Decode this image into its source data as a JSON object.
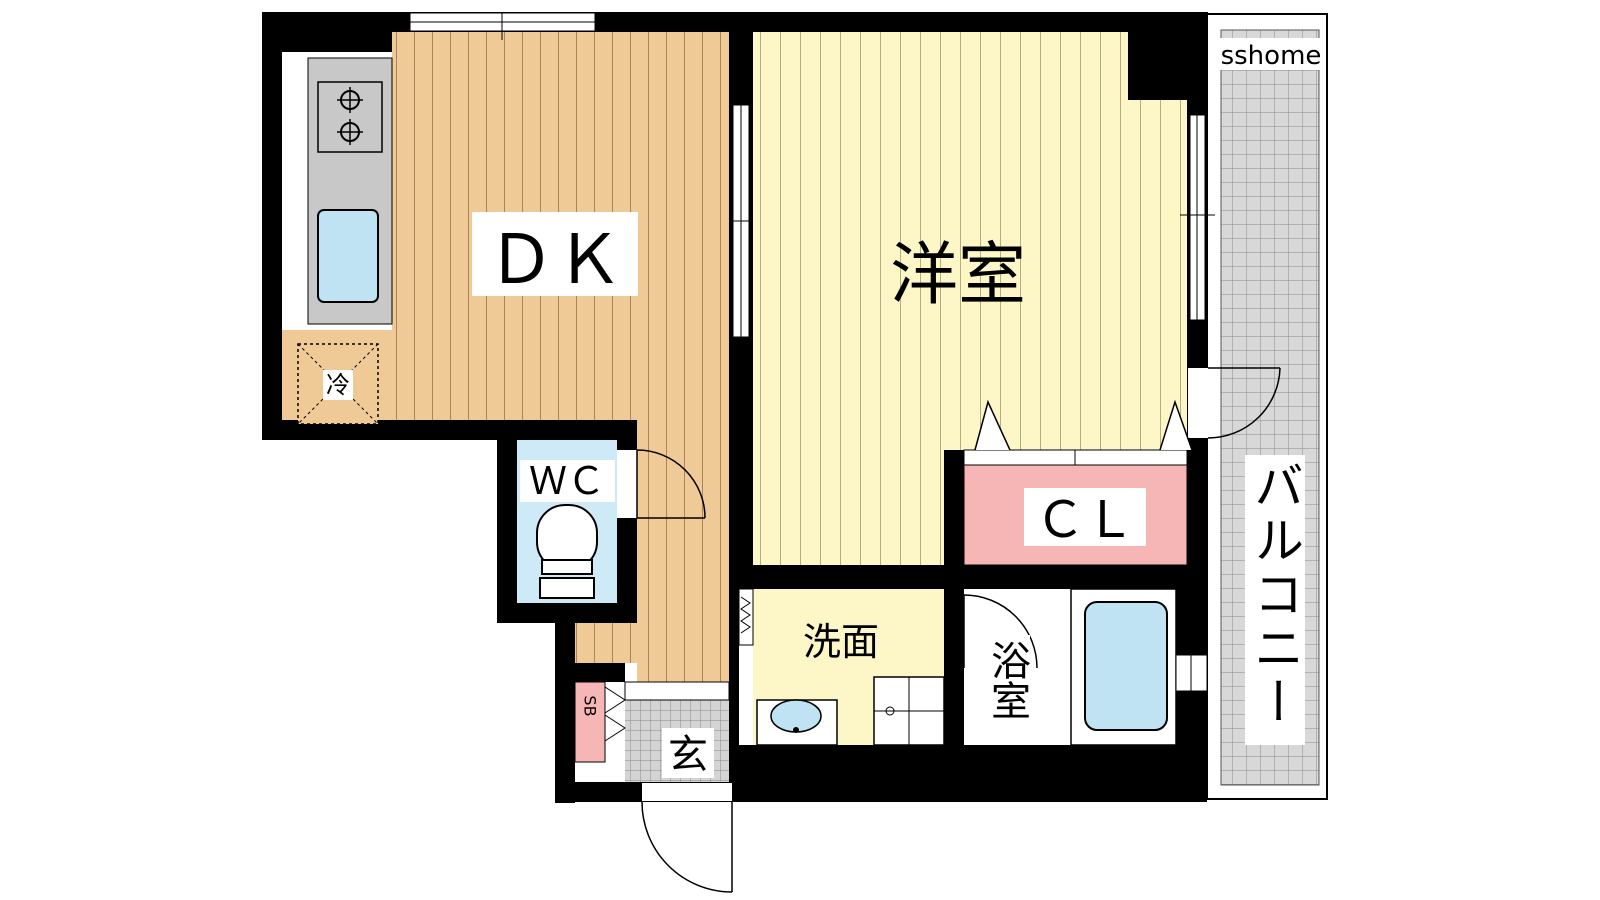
{
  "watermark": "sshome",
  "rooms": {
    "dk": "ＤＫ",
    "western": "洋室",
    "closet": "ＣＬ",
    "wc": "ＷＣ",
    "washroom": "洗面",
    "bath": "浴室",
    "entrance": "玄",
    "balcony": "バルコニー",
    "fridge": "冷",
    "shoebox": "SB"
  },
  "colors": {
    "wall": "#000000",
    "dk_floor": "#efca97",
    "western_floor": "#fdf6c6",
    "closet": "#f6b6b6",
    "wc": "#cfeaf7",
    "washroom": "#fdf6c6",
    "bath_tub": "#bfe3f3",
    "kitchen_counter": "#c8c8c8",
    "balcony_tile": "#d8d8d8",
    "shoebox": "#f6b6b6",
    "entrance_tile": "#d4d4d4"
  }
}
